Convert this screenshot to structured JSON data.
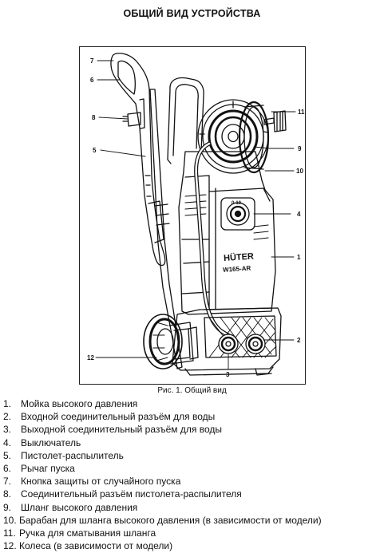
{
  "page": {
    "title": "ОБЩИЙ ВИД УСТРОЙСТВА",
    "caption": "Рис. 1. Общий вид"
  },
  "figure": {
    "brand": "HÜTER",
    "model": "W165-AR",
    "dial_label": "0-10",
    "callouts": [
      "7",
      "6",
      "8",
      "5",
      "11",
      "9",
      "10",
      "4",
      "1",
      "2",
      "12",
      "3"
    ]
  },
  "legend": [
    {
      "num": "1.",
      "text": "Мойка высокого давления"
    },
    {
      "num": "2.",
      "text": "Входной соединительный разъём для воды"
    },
    {
      "num": "3.",
      "text": "Выходной соединительный разъём для воды"
    },
    {
      "num": "4.",
      "text": "Выключатель"
    },
    {
      "num": "5.",
      "text": "Пистолет-распылитель"
    },
    {
      "num": "6.",
      "text": "Рычаг пуска"
    },
    {
      "num": "7.",
      "text": "Кнопка защиты от случайного пуска"
    },
    {
      "num": "8.",
      "text": "Соединительный разъём пистолета-распылителя"
    },
    {
      "num": "9.",
      "text": "Шланг высокого давления"
    },
    {
      "num": "10.",
      "text": "Барабан для шланга высокого давления (в зависимости от модели)"
    },
    {
      "num": "11.",
      "text": "Ручка для сматывания шланга"
    },
    {
      "num": "12.",
      "text": "Колеса (в зависимости от модели)"
    }
  ]
}
